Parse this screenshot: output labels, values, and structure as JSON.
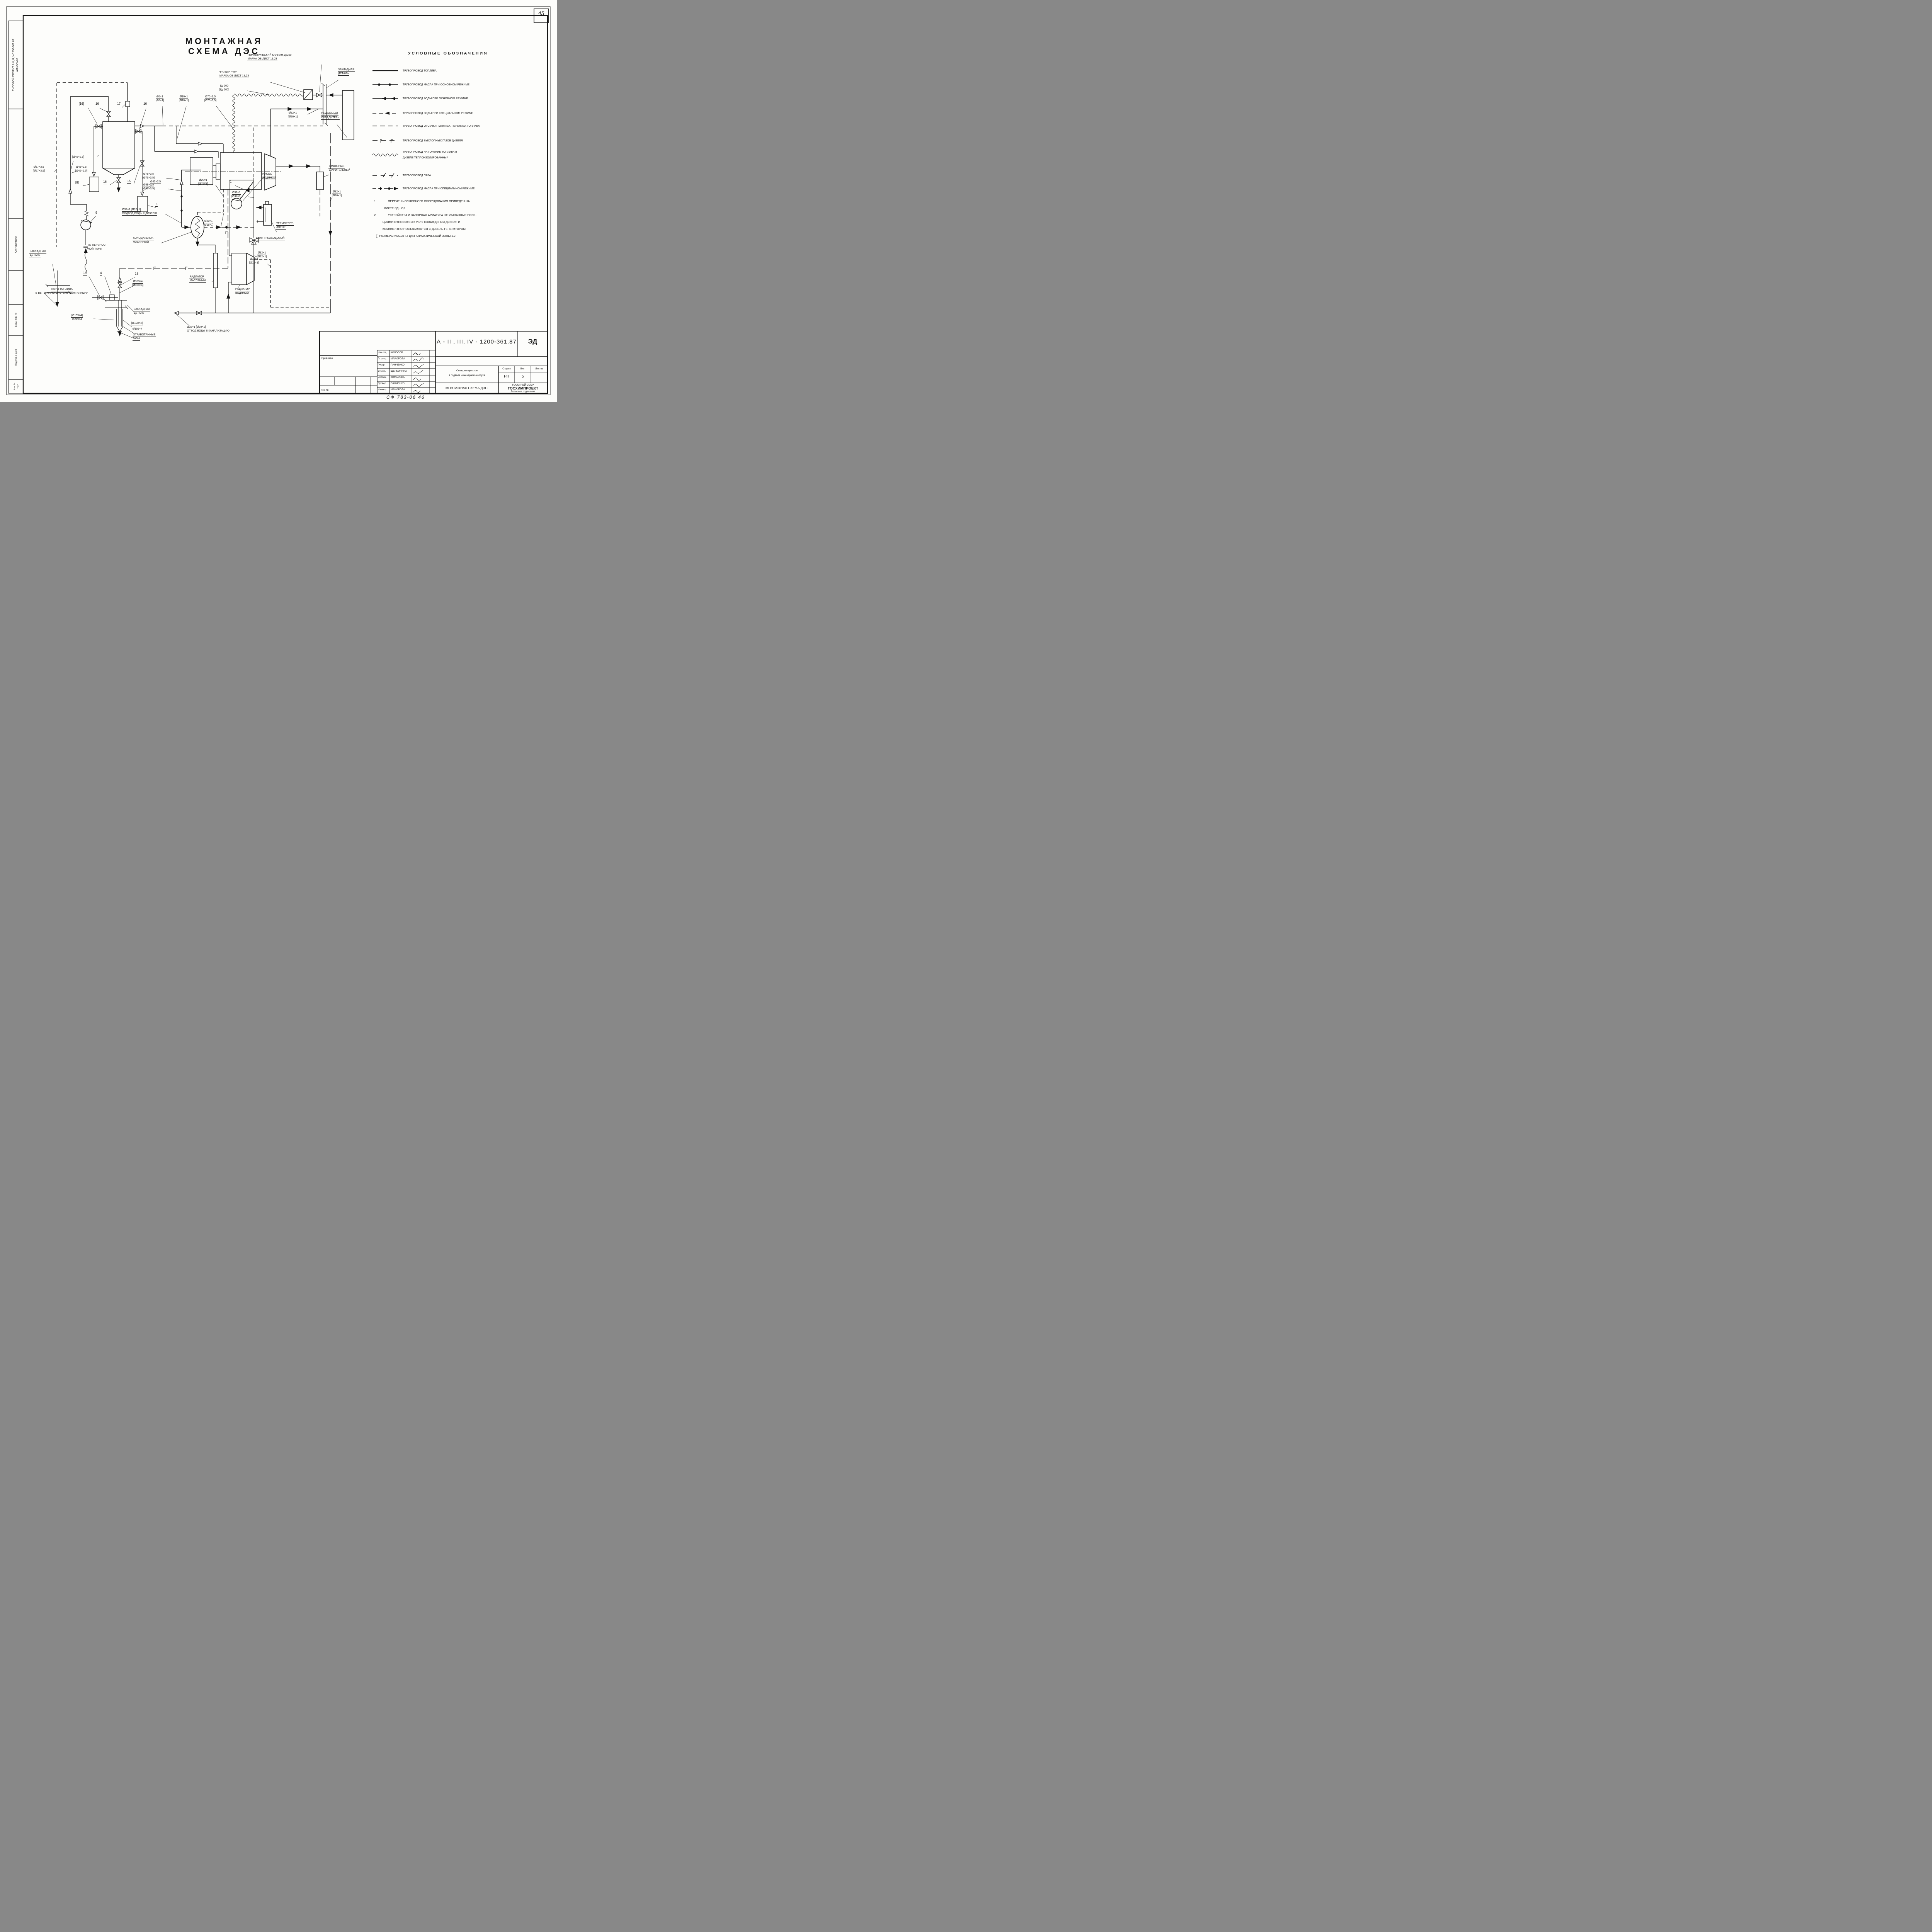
{
  "page": {
    "number": "45",
    "stamp": "СФ 783-06  46"
  },
  "sidebar": {
    "project": "ТИПОВОЙ ПРОЕКТ А-II,III,IV-1200-361.87",
    "album": "АЛЬБОМ 6",
    "agreed": "Согласовано:",
    "vzam": "Взам. инв. №",
    "podpis": "Подпись и дата",
    "inv_podl": "Инв. № подл."
  },
  "title": "МОНТАЖНАЯ СХЕМА ДЭС",
  "legend": {
    "header": "УСЛОВНЫЕ ОБОЗНАЧЕНИЯ",
    "items": [
      {
        "label": "ТРУБОПРОВОД ТОПЛИВА"
      },
      {
        "label": "ТРУБОПРОВОД МАСЛА ПРИ ОСНОВНОМ РЕЖИМЕ"
      },
      {
        "label": "ТРУБОПРОВОД ВОДЫ ПРИ ОСНОВНОМ РЕЖИМЕ"
      },
      {
        "label": "ТРУБОПРОВОД ВОДЫ ПРИ СПЕЦИАЛЬНОМ РЕЖИМЕ"
      },
      {
        "label": "ТРУБОПРОВОД ОТСЕЧКИ ТОПЛИВА, ПЕРЕЛИВА ТОПЛИВА"
      },
      {
        "label": "ТРУБОПРОВОД ВЫХЛОПНЫХ ГАЗОВ ДИЗЕЛЯ"
      },
      {
        "label": "ТРУБОПРОВОД НА ГОРЕНИЕ ТОПЛИВА В",
        "label2": "ДИЗЕЛЕ ТЕПЛОИЗОЛИРОВАННЫЙ"
      },
      {
        "label": "ТРУБОПРОВОД ПАРА"
      },
      {
        "label": "ТРУБОПРОВОД МАСЛА ПРИ СПЕЦИАЛЬНОМ РЕЖИМЕ"
      }
    ]
  },
  "notes": {
    "n1_num": "1",
    "n1a": "ПЕРЕЧЕНЬ ОСНОВНОГО ОБОРУДОВАНИЯ ПРИВЕДЕН НА",
    "n1b": "ЛИСТЕ ЭД - 2,3",
    "n2_num": "2",
    "n2a": "УСТРОЙСТВА И ЗАПОРНАЯ АРМАТУРА НЕ УКАЗАННЫЕ ПОЗИ-",
    "n2b": "ЦИЯМИ ОТНОСЯТСЯ К УЗЛУ ОХЛАЖДЕНИЯ ДИЗЕЛЯ И",
    "n2c": "КОМПЛЕКТНО ПОСТАВЛЯЮТСЯ С ДИЗЕЛЬ-ГЕНЕРАТОРОМ",
    "n3": "[  ] РАЗМЕРЫ УКАЗАНЫ ДЛЯ КЛИМАТИЧЕСКОЙ ЗОНЫ 1,2"
  },
  "dims": {
    "d6": "Ø6×1",
    "d6b": "[Ø6×1]",
    "d10": "Ø10×1",
    "d10b": "[Ø10×1]",
    "d70": "Ø70×3,5",
    "d70b": "[Ø70×3,5]",
    "d20": "Ø20×1",
    "d16b": "[Ø16×1]",
    "d32": "Ø32×1",
    "d32b": "[Ø32×1]",
    "d26b": "[Ø26×1]",
    "d3232": "Ø32×1 [Ø32×1]",
    "d3220": "Ø32×1 [Ø20×1]",
    "d45": "Ø45×2,5",
    "d45b": "[Ø45×2,5]",
    "d45dot": "[Ø45×2.5]",
    "d57": "Ø57×3,5",
    "d57b": "[Ø57×3,5]",
    "d76": "Ø76×3,5",
    "d76b": "[Ø76×3,5]",
    "d89": "Ø89×3,5",
    "d89b": "[Ø89×3,5]",
    "d108": "Ø108×4",
    "d108b": "[Ø108×4]",
    "d159": "Ø159×4",
    "d159b": "[Ø159×4]",
    "d219": "Ø219×4",
    "du200": "Ду 200",
    "du200b": "[Ду 200]"
  },
  "pos": {
    "p1": "1",
    "p4": "4",
    "p7": "7",
    "p8": "8",
    "p8b": "[8]",
    "p9": "9",
    "p15": "15",
    "p16": "16",
    "p16b": "[16]",
    "p17": "17",
    "p18": "18"
  },
  "eq": {
    "germ1": "ГЕРМЕТИЧЕСКИЙ КЛАПАН Ду200",
    "germ2": "МАРКА ОВ ЛИСТ 19,23",
    "filter1": "ФИЛЬТР ФЯР",
    "filter2": "МАРКА ОВ ЛИСТ 19,23",
    "zakl1": "ЗАКЛАДНАЯ",
    "zakl2": "ДЕТАЛЬ",
    "grav1": "ГРАВИЙНЫЙ",
    "grav2": "ОХЛАДИТЕЛЬ",
    "bachok1": "БАЧОК РАС-",
    "bachok2": "ШИРИТЕЛЬНЫЙ",
    "nasos1": "НАСОС",
    "nasos2": "ВОДЯНОЙ",
    "termo1": "ТЕРМОРЕГУ-",
    "termo2": "ЛЯТОР",
    "kran": "КРАН ТРЕХХОДОВОЙ",
    "holod1": "ХОЛОДИЛЬНИК",
    "holod2": "МАСЛЯНЫЙ",
    "radm1": "РАДИАТОР",
    "radm2": "МАСЛЯНЫЙ",
    "radv1": "РАДИАТОР",
    "radv2": "ВОДЯНОЙ",
    "podvod": "ПОДВОД ВОДЫ К ДИЗЕЛЮ",
    "iz1": "ИЗ ПЕРЕНОС-",
    "iz2": "НОЙ ТАРЫ",
    "pary1": "ПАРЫ ТОПЛИВА",
    "pary2": "В ВЫТЯЖНУЮ СИСТЕМУ ВЕНТИЛЯЦИИ",
    "otrab1": "ОТРАБОТАННЫЕ",
    "otrab2": "ГАЗЫ",
    "otvod": "ОТВОД ВОДЫ В КАНАЛИЗАЦИЮ"
  },
  "titleblock": {
    "doc_number": "А - II , III, IV  - 1200-361.87",
    "code": "ЭД",
    "object1": "Склад материалов",
    "object2": "в подвале инженерного корпуса",
    "stage_label": "Стадия",
    "sheet_label": "Лист",
    "sheets_label": "Листов",
    "stage": "РП",
    "sheet": "5",
    "sheets": "",
    "sheet_title": "МОНТАЖНАЯ СХЕМА ДЭС.",
    "org1": "ГОССТРОЙ СССР",
    "org2": "ГОСХИМПРОЕКТ",
    "org3": "Волжское отделение",
    "pinned": "Привязан",
    "inv_no": "Инв. №",
    "staff": [
      {
        "role": "Нач.отд.",
        "name": "КОЛОСОВ"
      },
      {
        "role": "Гл.спец.",
        "name": "МАЙОРОВА"
      },
      {
        "role": "Рук.гр",
        "name": "ПАНЧЕНКО"
      },
      {
        "role": "Ст.инж.",
        "name": "ЩЕРБИНИНА"
      },
      {
        "role": "Исполн.",
        "name": "КОМАРОВА"
      },
      {
        "role": "Провер.",
        "name": "ПАНЧЕНКО"
      },
      {
        "role": "Н.контр.",
        "name": "МАЙОРОВА"
      }
    ]
  }
}
